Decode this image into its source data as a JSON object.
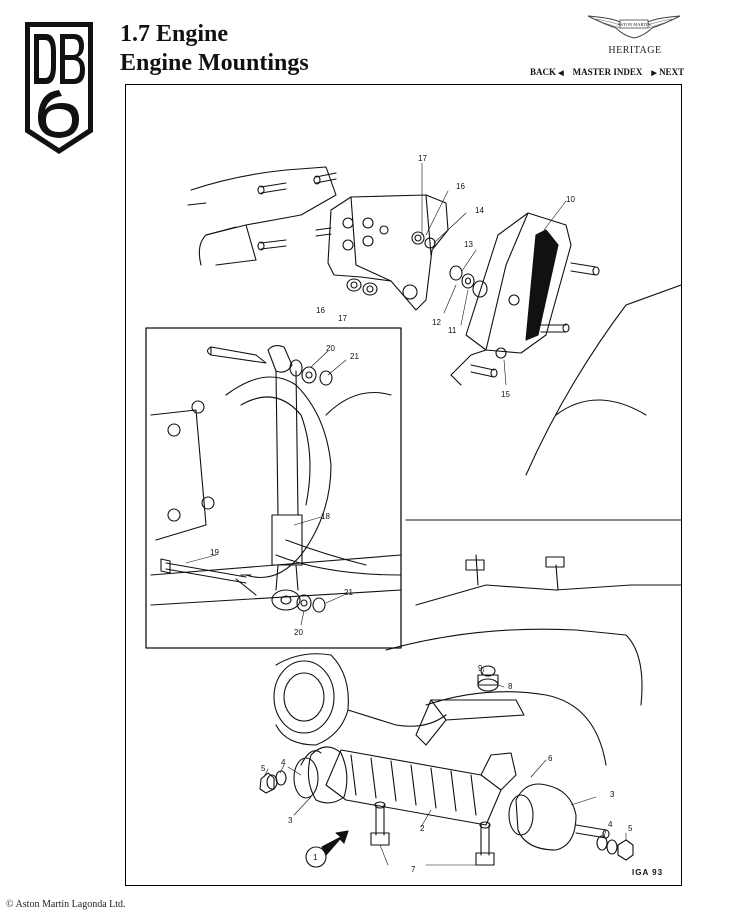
{
  "logo": {
    "text": "DB6"
  },
  "header": {
    "title_line1": "1.7 Engine",
    "title_line2": "Engine Mountings"
  },
  "brand": {
    "wing_text": "ASTON MARTIN",
    "heritage": "HERITAGE"
  },
  "nav": {
    "back": "BACK",
    "master_index": "MASTER INDEX",
    "next": "NEXT"
  },
  "diagram": {
    "callouts": [
      "17",
      "16",
      "14",
      "10",
      "13",
      "16",
      "17",
      "12",
      "11",
      "15",
      "20",
      "21",
      "18",
      "19",
      "21",
      "20",
      "9",
      "8",
      "5",
      "4",
      "6",
      "3",
      "3",
      "2",
      "4",
      "5",
      "1",
      "7"
    ],
    "code": "IGA 93"
  },
  "footer": {
    "copyright": "© Aston Martin Lagonda Ltd."
  }
}
